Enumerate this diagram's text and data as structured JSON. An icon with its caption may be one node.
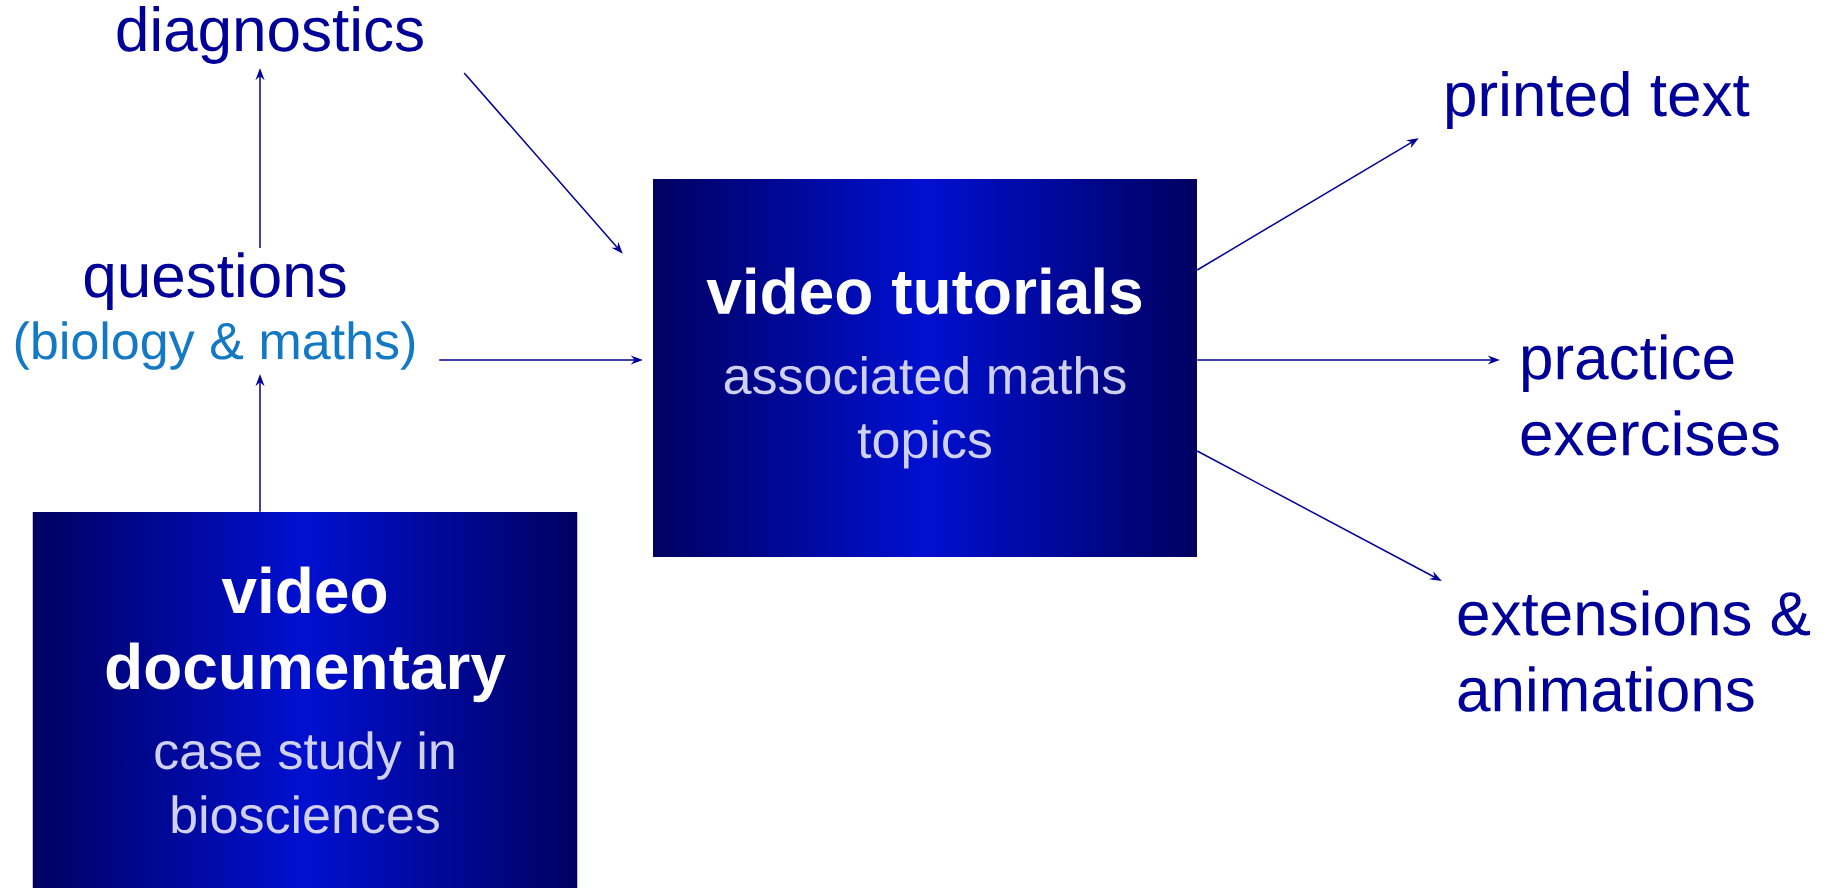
{
  "diagram": {
    "nodes": [
      {
        "text": [
          "diagnostics"
        ]
      },
      {
        "text": [
          "questions",
          "(biology & maths)"
        ]
      },
      {
        "text": [
          "video documentary",
          "case study in biosciences"
        ]
      },
      {
        "text": [
          "video tutorials",
          "associated maths topics"
        ]
      },
      {
        "text": [
          "printed text"
        ]
      },
      {
        "text": [
          "practice exercises"
        ]
      },
      {
        "text": [
          "extensions & animations"
        ]
      }
    ],
    "edges": [
      {
        "from": 2,
        "to": 1,
        "arrow": "to"
      },
      {
        "from": 1,
        "to": 0,
        "arrow": "to"
      },
      {
        "from": 0,
        "to": 3,
        "arrow": "to"
      },
      {
        "from": 1,
        "to": 3,
        "arrow": "to"
      },
      {
        "from": 3,
        "to": 4,
        "arrow": "to"
      },
      {
        "from": 3,
        "to": 5,
        "arrow": "to"
      },
      {
        "from": 3,
        "to": 6,
        "arrow": "to"
      }
    ]
  }
}
